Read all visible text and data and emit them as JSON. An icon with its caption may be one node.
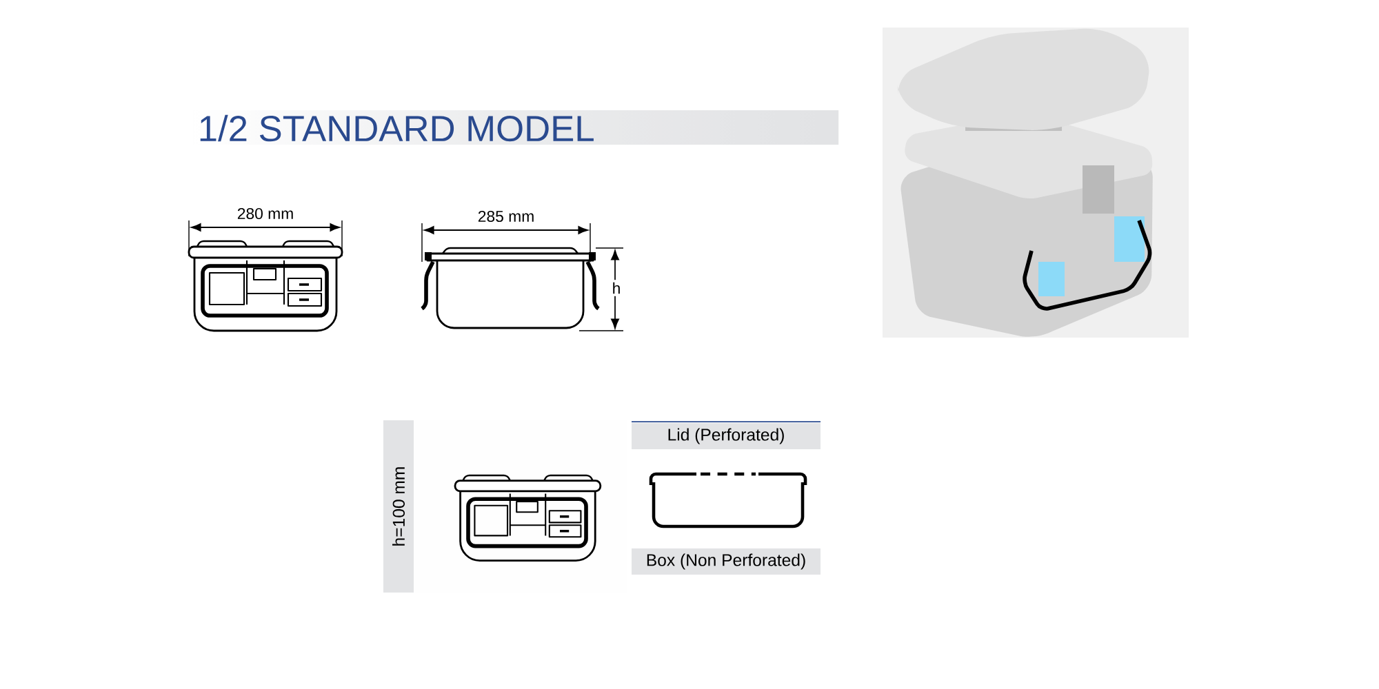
{
  "diagram": {
    "title": "1/2 STANDARD MODEL",
    "nodes": [
      {
        "text": [
          "h=100 mm"
        ]
      },
      {
        "text": [
          "Lid (Perforated)"
        ]
      },
      {
        "text": [
          "Box (Non Perforated)"
        ]
      }
    ],
    "labels": [
      "280 mm",
      "285 mm",
      "h"
    ]
  }
}
